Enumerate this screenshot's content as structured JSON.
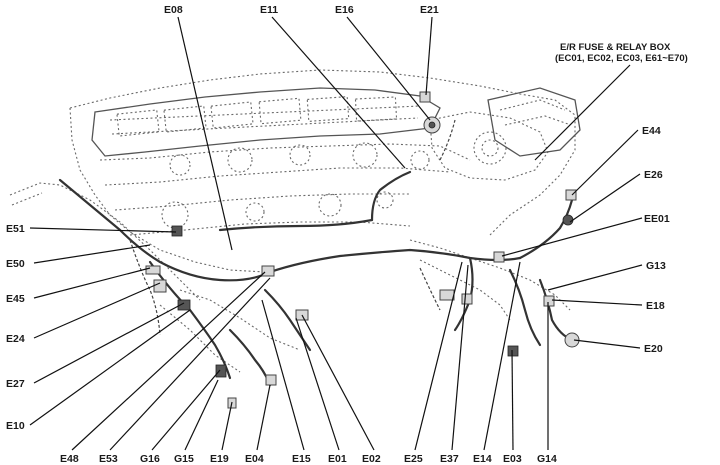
{
  "diagram": {
    "fuse_box_title_line1": "E/R FUSE & RELAY BOX",
    "fuse_box_title_line2": "(EC01, EC02, EC03, E61~E70)",
    "top_labels": [
      "E08",
      "E11",
      "E16",
      "E21"
    ],
    "left_labels": [
      "E51",
      "E50",
      "E45",
      "E24",
      "E27",
      "E10"
    ],
    "right_labels": [
      "E44",
      "E26",
      "EE01",
      "G13",
      "E18",
      "E20"
    ],
    "bottom_labels": [
      "E48",
      "E53",
      "G16",
      "G15",
      "E19",
      "E04",
      "E15",
      "E01",
      "E02",
      "E25",
      "E37",
      "E14",
      "E03",
      "G14"
    ]
  }
}
